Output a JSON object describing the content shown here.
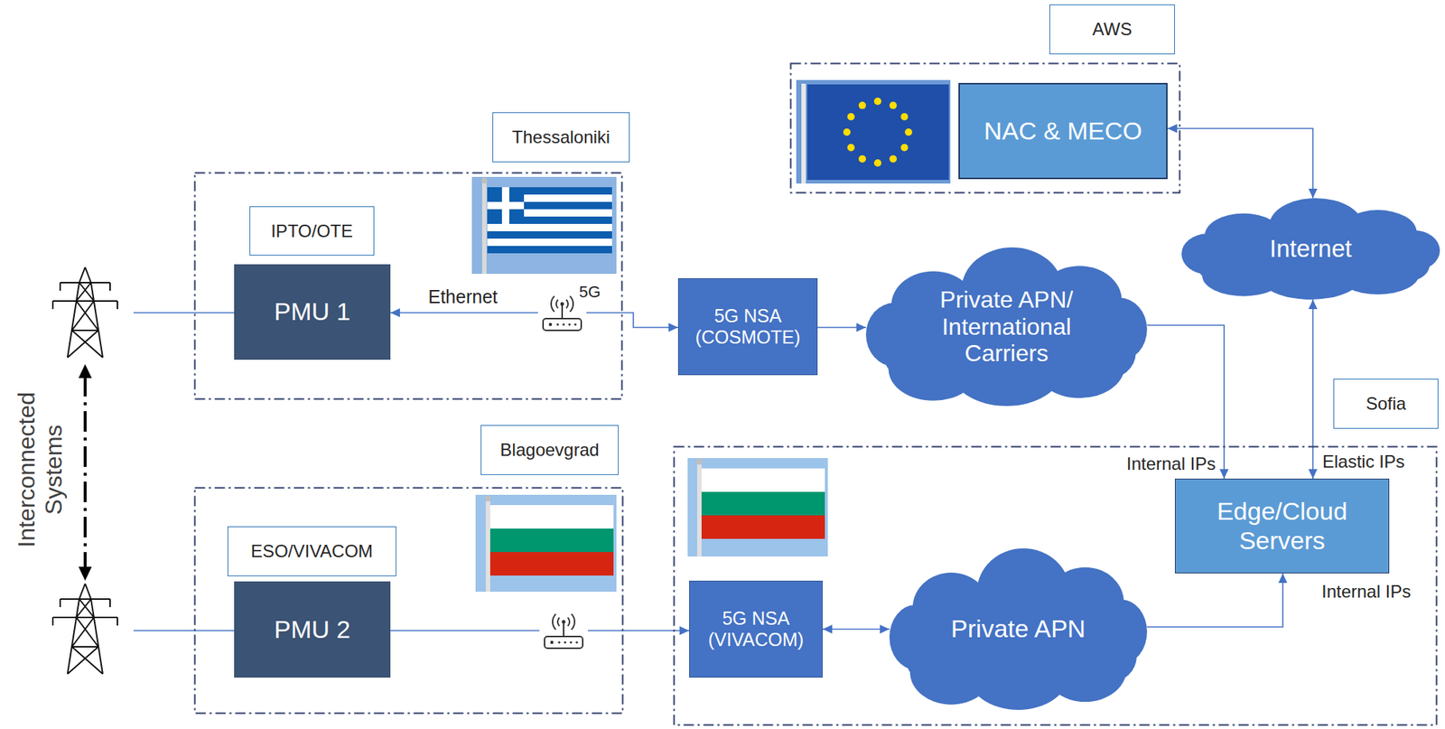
{
  "diagram": {
    "nodes": [
      {
        "text": [
          "AWS"
        ]
      },
      {
        "text": [
          "NAC & MECO"
        ],
        "in": 0
      },
      {
        "text": [
          "Thessaloniki"
        ]
      },
      {
        "text": [
          "IPTO/OTE"
        ],
        "in": 2
      },
      {
        "text": [
          "PMU 1"
        ],
        "in": 2
      },
      {
        "text": [
          "Internet"
        ]
      },
      {
        "text": [
          "5G NSA (COSMOTE)"
        ]
      },
      {
        "text": [
          "Private APN/ International Carriers"
        ]
      },
      {
        "text": [
          "Sofia"
        ]
      },
      {
        "text": [
          "Edge/Cloud Servers"
        ],
        "in": 8
      },
      {
        "text": [
          "Blagoevgrad"
        ]
      },
      {
        "text": [
          "ESO/VIVACOM"
        ],
        "in": 10
      },
      {
        "text": [
          "PMU 2"
        ],
        "in": 10
      },
      {
        "text": [
          "5G NSA (VIVACOM)"
        ],
        "in": 8
      },
      {
        "text": [
          "Private APN"
        ],
        "in": 8
      }
    ],
    "edges": [
      {
        "from": 4,
        "to": 6,
        "arrow": "both",
        "label": "Ethernet"
      },
      {
        "from": 6,
        "to": 7,
        "arrow": "to"
      },
      {
        "from": 7,
        "to": 9,
        "arrow": "to"
      },
      {
        "from": 1,
        "to": 5,
        "arrow": "both"
      },
      {
        "from": 5,
        "to": 9,
        "arrow": "both"
      },
      {
        "from": 13,
        "to": 14,
        "arrow": "both"
      },
      {
        "from": 14,
        "to": 9,
        "arrow": "to"
      },
      {
        "from": 12,
        "to": 13,
        "arrow": "to"
      }
    ],
    "labels": [
      "5G",
      "Interconnected Systems",
      "Internal IPs",
      "Elastic IPs",
      "Internal IPs"
    ]
  }
}
